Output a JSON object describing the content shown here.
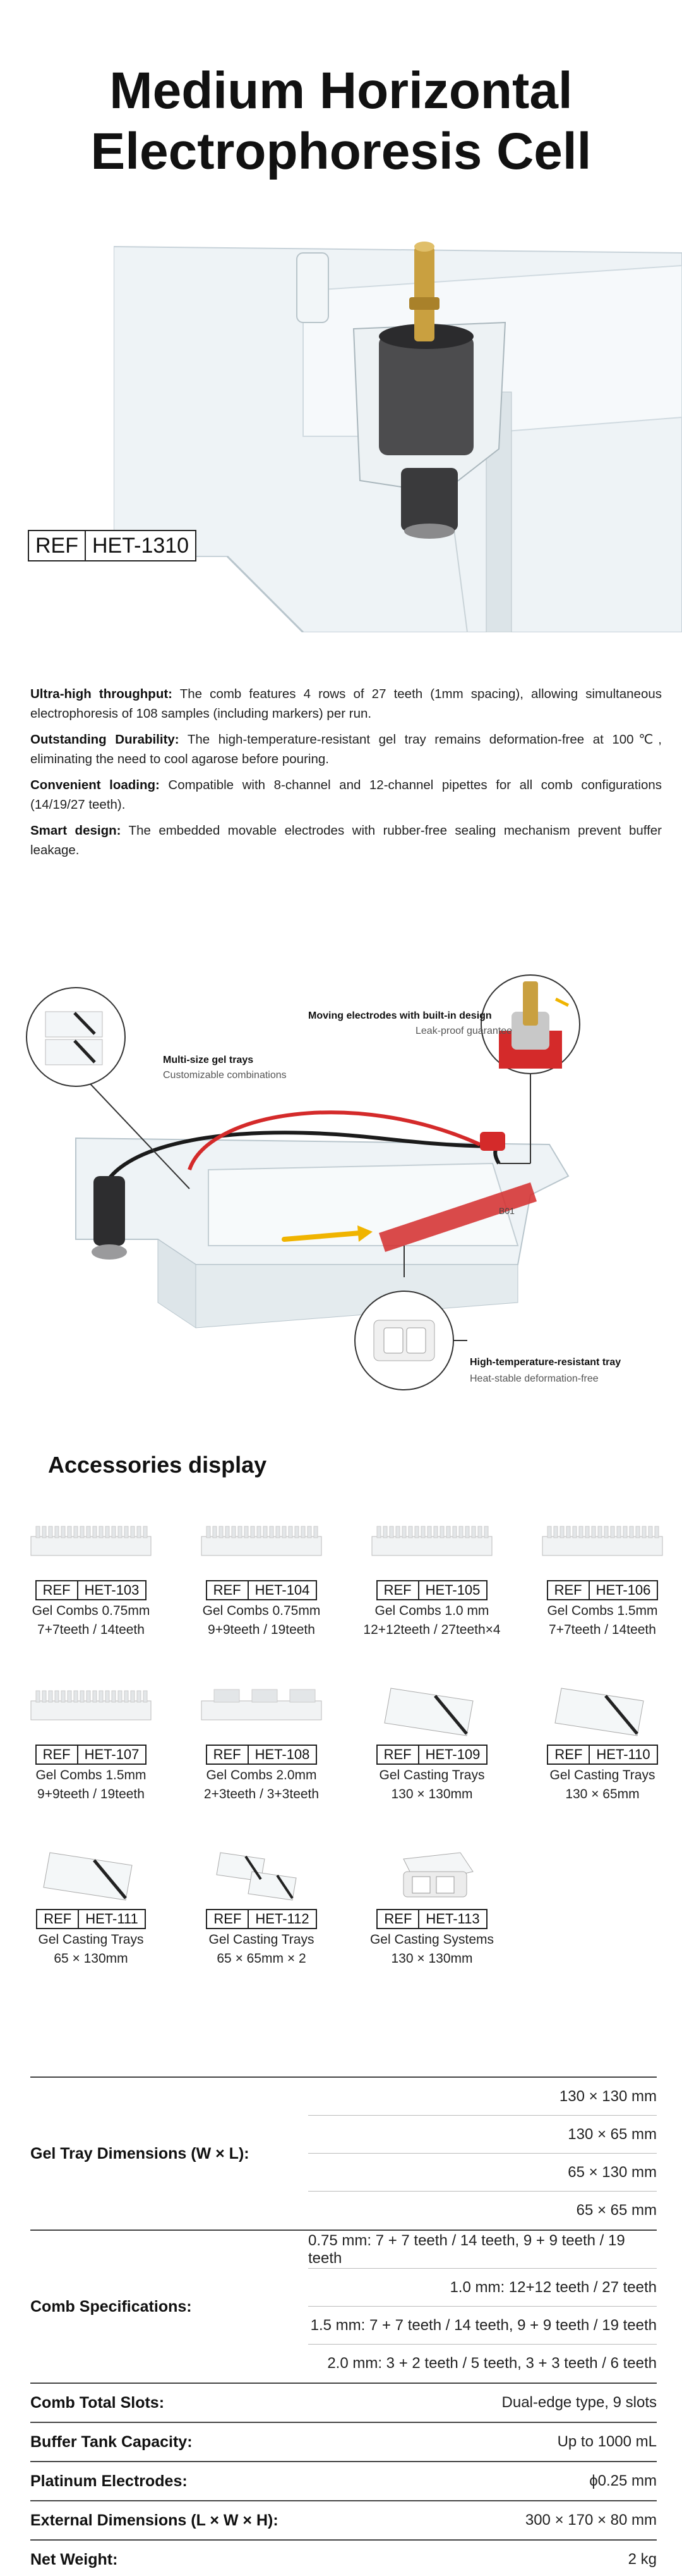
{
  "hero": {
    "title_line1": "Medium Horizontal",
    "title_line2": "Electrophoresis Cell",
    "ref_label": "REF",
    "ref_code": "HET-1310"
  },
  "features": [
    {
      "heading": "Ultra-high throughput:",
      "text": " The comb features 4 rows of 27 teeth (1mm spacing), allowing simultaneous electrophoresis of 108 samples (including markers) per run."
    },
    {
      "heading": "Outstanding Durability:",
      "text": " The high-temperature-resistant gel tray remains deformation-free at 100℃, eliminating the need to cool agarose before pouring."
    },
    {
      "heading": "Convenient loading:",
      "text": "  Compatible with 8-channel and 12-channel pipettes for all comb configurations (14/19/27 teeth)."
    },
    {
      "heading": "Smart design:",
      "text": "  The embedded movable electrodes with rubber-free sealing mechanism prevent buffer leakage."
    }
  ],
  "diagram": {
    "callout1_title": "Moving electrodes with built-in design",
    "callout1_sub": "Leak-proof guarantee",
    "callout2_title": "Multi-size gel trays",
    "callout2_sub": "Customizable combinations",
    "callout3_title": "High-temperature-resistant tray",
    "callout3_sub": "Heat-stable deformation-free",
    "device_mark": "B01"
  },
  "accessories": {
    "heading": "Accessories display",
    "ref_label": "REF",
    "items": [
      {
        "code": "HET-103",
        "line1": "Gel Combs 0.75mm",
        "line2": "7+7teeth / 14teeth",
        "kind": "comb"
      },
      {
        "code": "HET-104",
        "line1": "Gel Combs 0.75mm",
        "line2": "9+9teeth / 19teeth",
        "kind": "comb"
      },
      {
        "code": "HET-105",
        "line1": "Gel Combs 1.0 mm",
        "line2": "12+12teeth / 27teeth×4",
        "kind": "comb"
      },
      {
        "code": "HET-106",
        "line1": "Gel Combs 1.5mm",
        "line2": "7+7teeth / 14teeth",
        "kind": "comb"
      },
      {
        "code": "HET-107",
        "line1": "Gel Combs 1.5mm",
        "line2": "9+9teeth / 19teeth",
        "kind": "comb"
      },
      {
        "code": "HET-108",
        "line1": "Gel Combs 2.0mm",
        "line2": "2+3teeth / 3+3teeth",
        "kind": "comb2"
      },
      {
        "code": "HET-109",
        "line1": "Gel Casting Trays",
        "line2": "130 × 130mm",
        "kind": "tray"
      },
      {
        "code": "HET-110",
        "line1": "Gel Casting Trays",
        "line2": "130 × 65mm",
        "kind": "tray"
      },
      {
        "code": "HET-111",
        "line1": "Gel Casting Trays",
        "line2": "65 × 130mm",
        "kind": "tray"
      },
      {
        "code": "HET-112",
        "line1": "Gel Casting Trays",
        "line2": "65 × 65mm × 2",
        "kind": "tray2"
      },
      {
        "code": "HET-113",
        "line1": "Gel Casting Systems",
        "line2": "130 × 130mm",
        "kind": "system"
      }
    ]
  },
  "specs": [
    {
      "label": "Gel Tray Dimensions (W × L):",
      "values": [
        "130 × 130 mm",
        "130 × 65 mm",
        "65 × 130 mm",
        "65 × 65 mm"
      ]
    },
    {
      "label": "Comb Specifications:",
      "values": [
        "0.75 mm: 7 + 7 teeth / 14 teeth, 9 + 9 teeth / 19 teeth",
        "1.0 mm: 12+12 teeth / 27 teeth",
        "1.5 mm: 7 + 7 teeth / 14 teeth, 9 + 9 teeth / 19 teeth",
        "2.0 mm: 3 + 2 teeth / 5 teeth, 3 + 3 teeth / 6 teeth"
      ]
    },
    {
      "label": "Comb Total Slots:",
      "values": [
        "Dual-edge type, 9 slots"
      ]
    },
    {
      "label": "Buffer Tank Capacity:",
      "values": [
        "Up to 1000 mL"
      ]
    },
    {
      "label": "Platinum Electrodes:",
      "values": [
        "ϕ0.25 mm"
      ]
    },
    {
      "label": "External Dimensions (L × W × H):",
      "values": [
        "300 × 170 × 80 mm"
      ]
    },
    {
      "label": "Net Weight:",
      "values": [
        "2 kg"
      ]
    }
  ],
  "colors": {
    "accent_red": "#d42a2a",
    "arrow_yellow": "#f0b400",
    "gold": "#c9a040"
  }
}
